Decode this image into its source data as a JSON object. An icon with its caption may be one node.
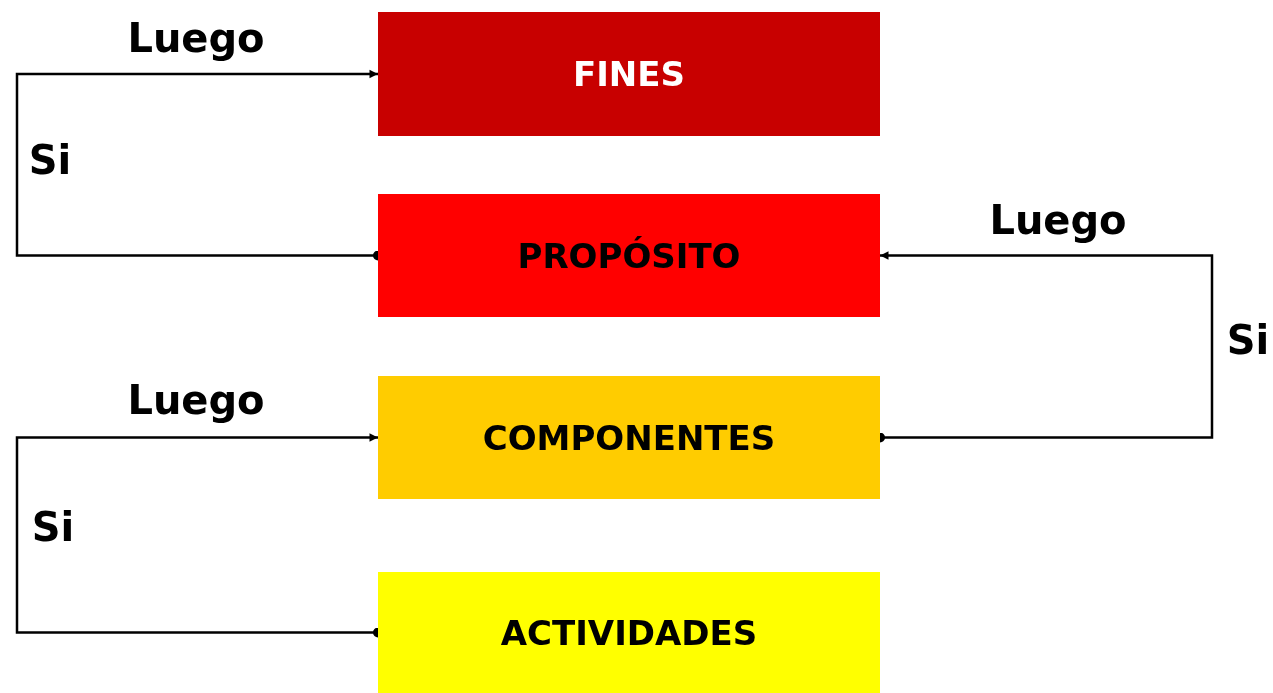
{
  "diagram": {
    "nodes": [
      {
        "text": [
          "FINES"
        ]
      },
      {
        "text": [
          "PROPÓSITO"
        ]
      },
      {
        "text": [
          "COMPONENTES"
        ]
      },
      {
        "text": [
          "ACTIVIDADES"
        ]
      }
    ],
    "edges": [
      {
        "from": 1,
        "to": 0,
        "arrow": "to",
        "label": "Luego"
      },
      {
        "from": 2,
        "to": 1,
        "arrow": "to",
        "label": "Luego"
      },
      {
        "from": 3,
        "to": 2,
        "arrow": "to",
        "label": "Luego"
      }
    ],
    "labels": [
      "Si",
      "Si",
      "Si"
    ]
  }
}
